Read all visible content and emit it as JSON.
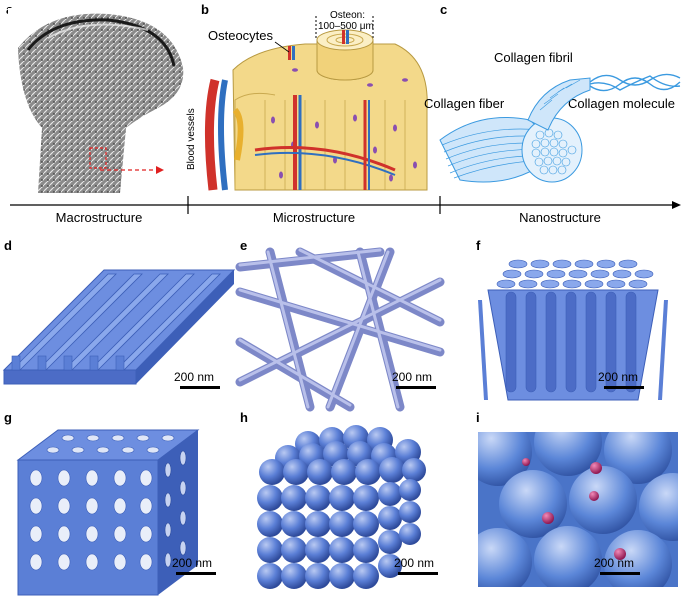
{
  "panels": {
    "a": {
      "letter": "a"
    },
    "b": {
      "letter": "b",
      "osteocytes": "Osteocytes",
      "osteon_line1": "Osteon:",
      "osteon_line2": "100–500 μm",
      "blood_vessels": "Blood vessels"
    },
    "c": {
      "letter": "c",
      "collagen_fiber": "Collagen fiber",
      "collagen_fibril": "Collagen fibril",
      "collagen_molecule": "Collagen molecule"
    },
    "d": {
      "letter": "d",
      "scale": "200 nm"
    },
    "e": {
      "letter": "e",
      "scale": "200 nm"
    },
    "f": {
      "letter": "f",
      "scale": "200 nm"
    },
    "g": {
      "letter": "g",
      "scale": "200 nm"
    },
    "h": {
      "letter": "h",
      "scale": "200 nm"
    },
    "i": {
      "letter": "i",
      "scale": "200 nm"
    }
  },
  "axis": {
    "stages": [
      "Macrostructure",
      "Microstructure",
      "Nanostructure"
    ]
  },
  "colors": {
    "blue": "#5b7fd6",
    "blue_dark": "#3d5fb8",
    "blue_light": "#8aa8ec",
    "bone_yellow": "#f3d98a",
    "vessel_red": "#d0322b",
    "vessel_blue": "#2f6fc0",
    "collagen": "#3b9ae0",
    "nanoparticle": "#c0266e"
  }
}
